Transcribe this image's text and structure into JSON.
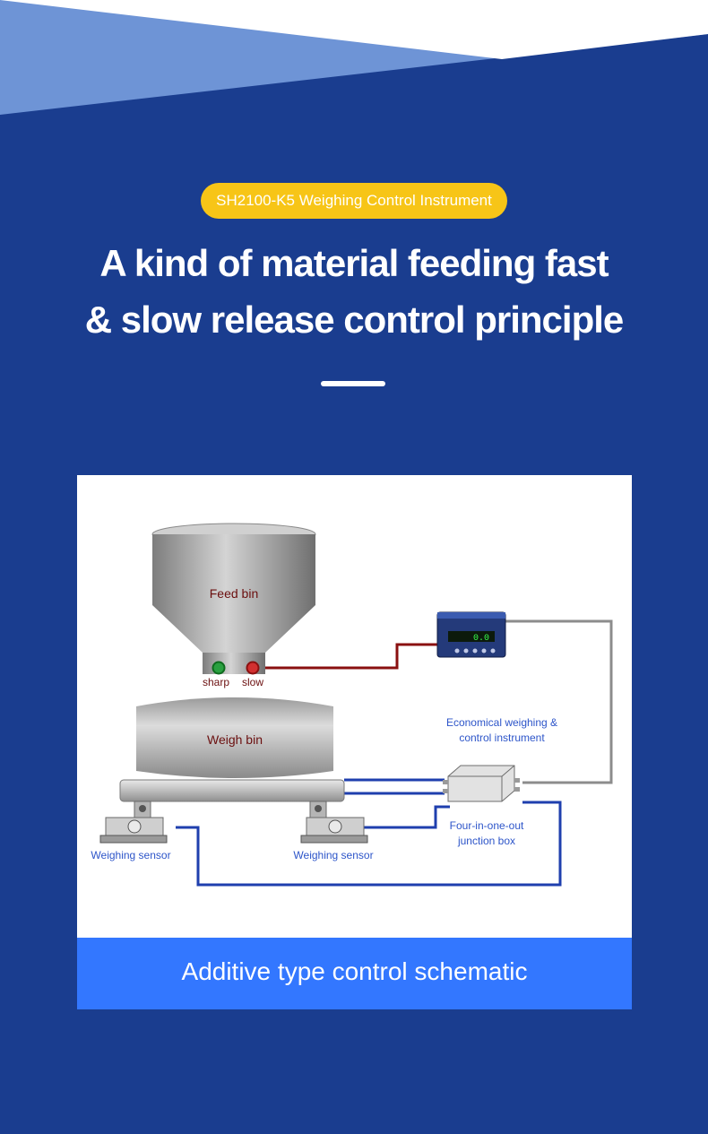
{
  "colors": {
    "background": "#1a3d8f",
    "pill": "#f7c517",
    "caption_bar": "#3377ff",
    "wire_red": "#8a1010",
    "wire_blue": "#1f3fae",
    "wire_grey": "#8c8c8c"
  },
  "header": {
    "badge": "SH2100-K5 Weighing Control Instrument",
    "title_line1": "A kind of material feeding fast",
    "title_line2": "& slow release control principle"
  },
  "diagram": {
    "feed_bin": "Feed bin",
    "sharp": "sharp",
    "slow": "slow",
    "weigh_bin": "Weigh bin",
    "display_value": "0.0",
    "instrument_line1": "Economical weighing &",
    "instrument_line2": "control instrument",
    "junction_line1": "Four-in-one-out",
    "junction_line2": "junction box",
    "sensor_left": "Weighing sensor",
    "sensor_right": "Weighing sensor"
  },
  "caption": "Additive type control schematic"
}
